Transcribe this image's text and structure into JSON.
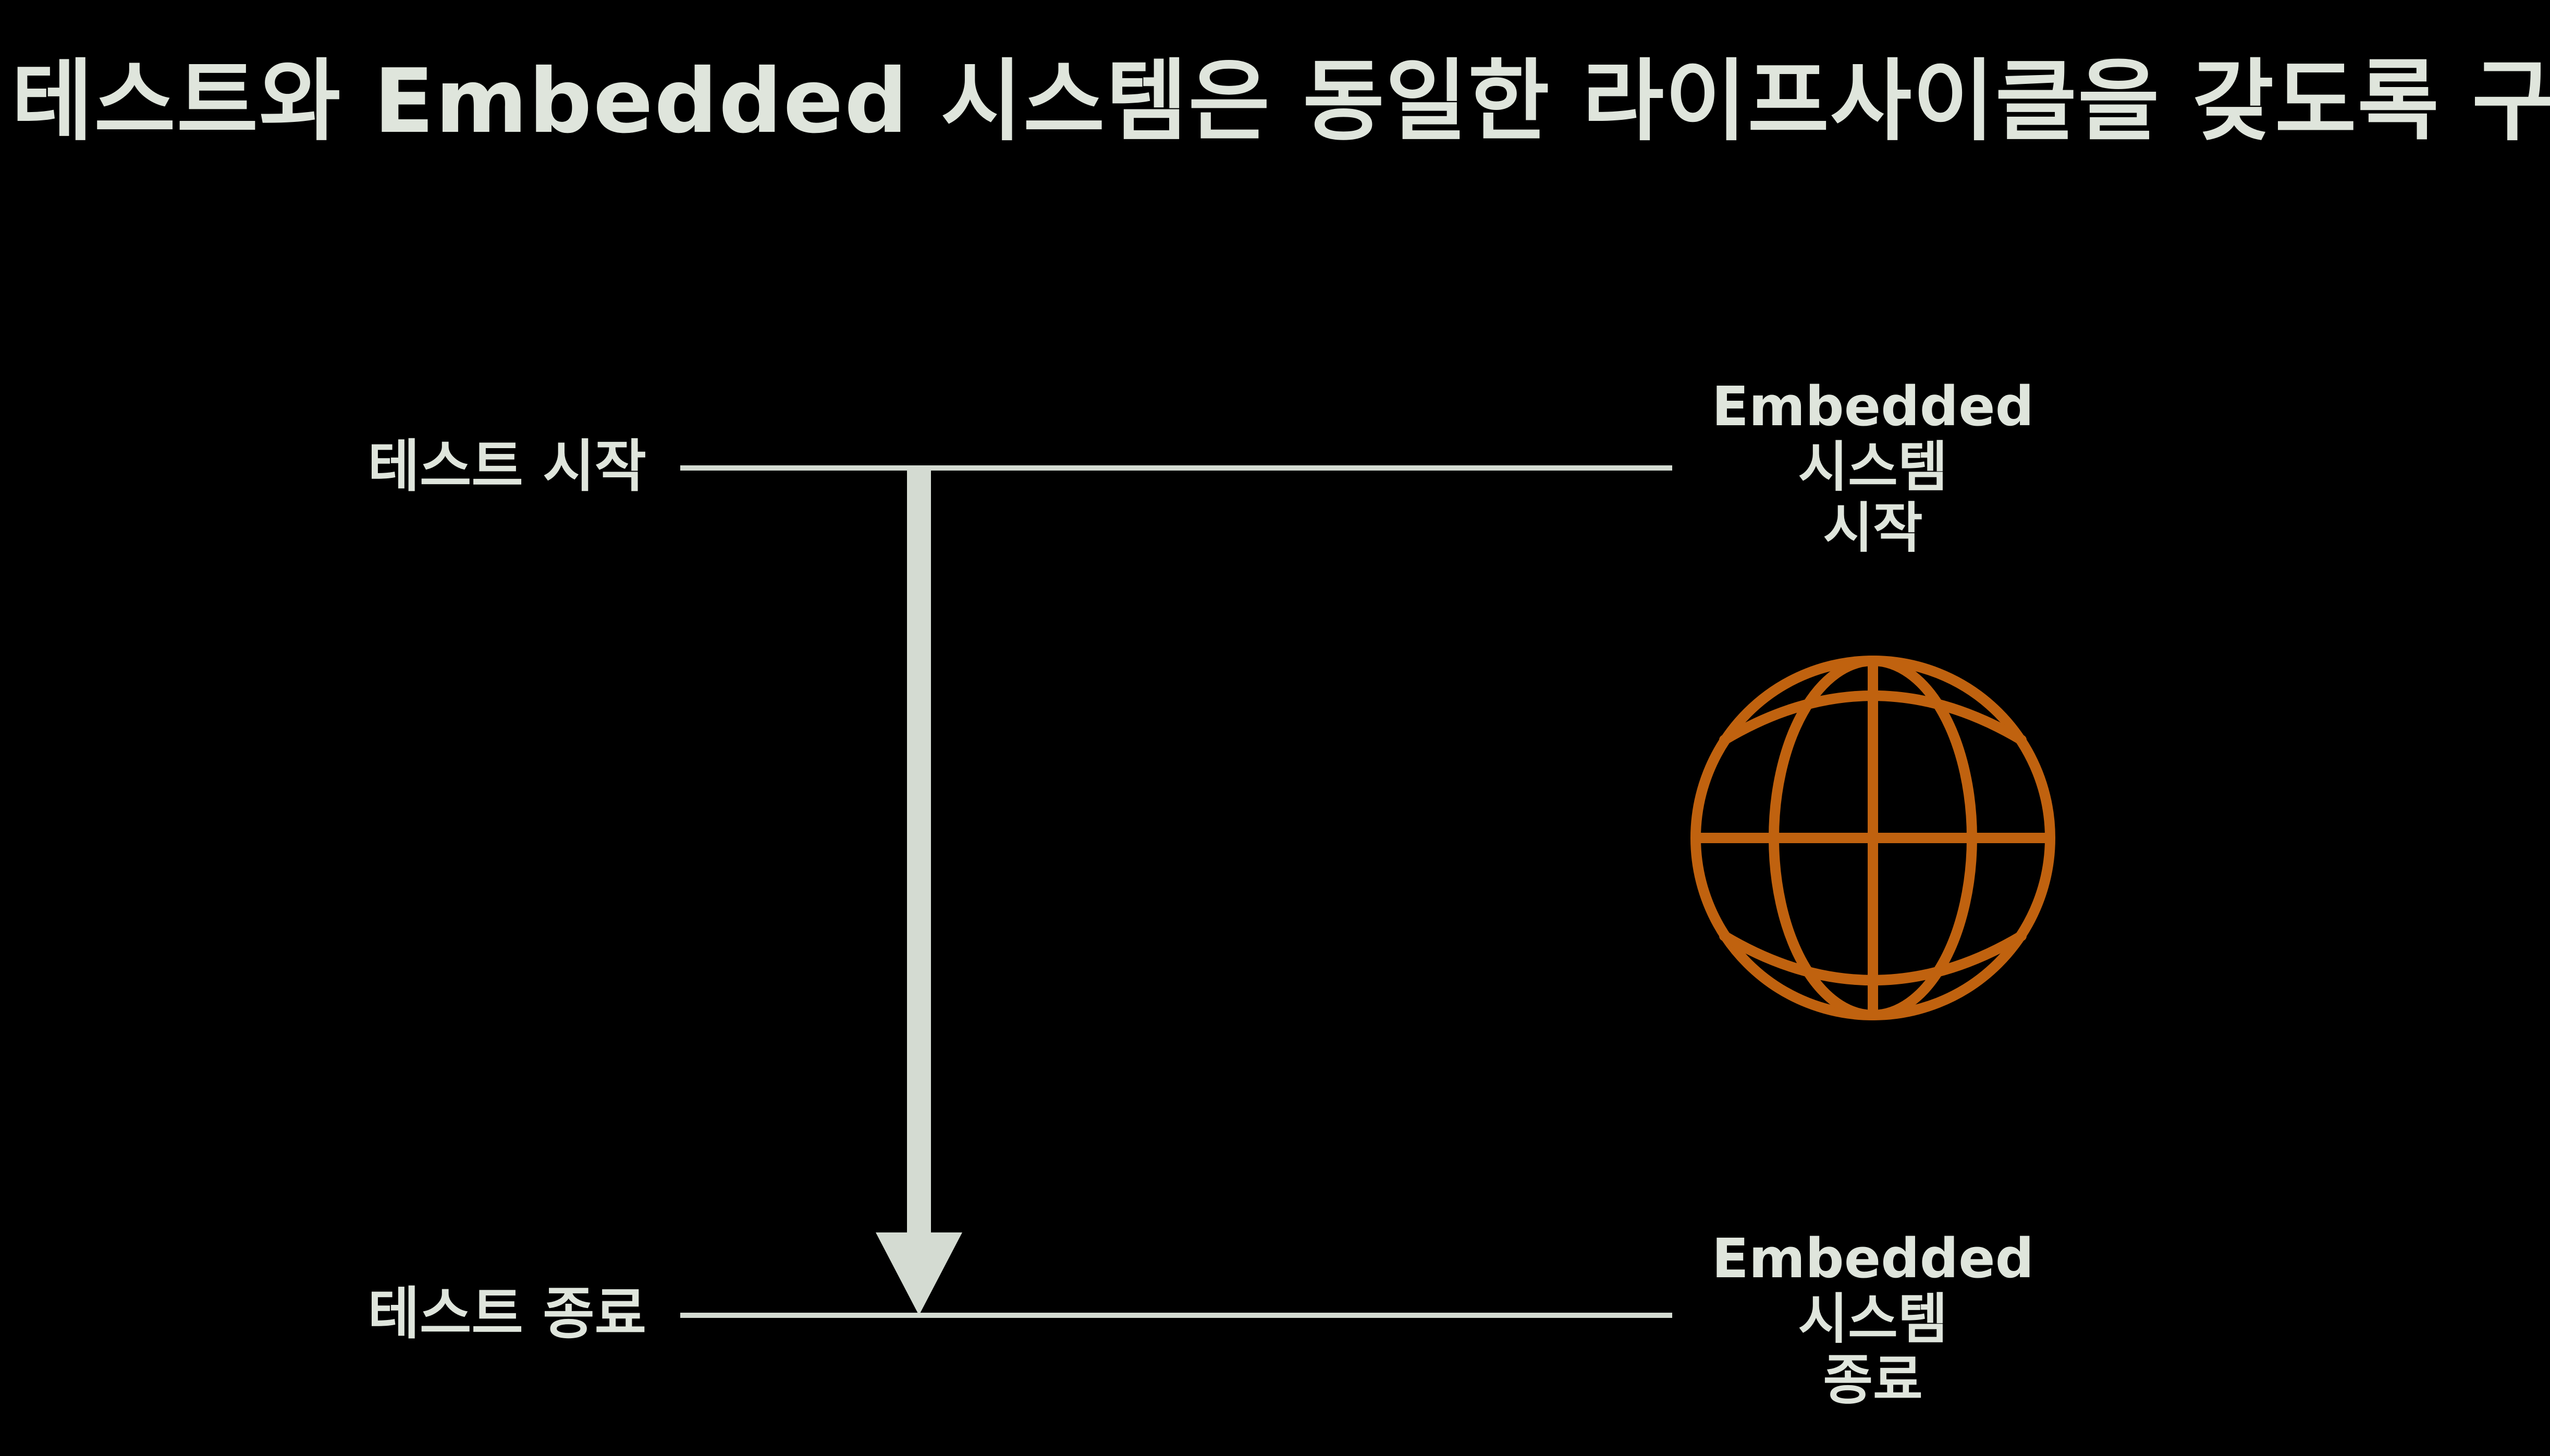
{
  "title": "테스트와 Embedded 시스템은 동일한 라이프사이클을 갖도록 구성",
  "left_labels": {
    "start": "테스트 시작",
    "end": "테스트 종료"
  },
  "right_labels": {
    "start": [
      "Embedded",
      "시스템",
      "시작"
    ],
    "end": [
      "Embedded",
      "시스템",
      "종료"
    ]
  },
  "icon": "globe-icon",
  "colors": {
    "background": "#000000",
    "text": "#dfe5dc",
    "line": "#d4dbd2",
    "accent": "#c0620f"
  }
}
